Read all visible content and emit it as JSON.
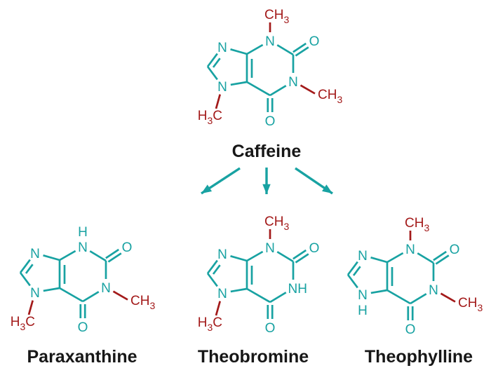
{
  "colors": {
    "bond": "#18a2a2",
    "methyl": "#a31a1a",
    "arrow": "#18a2a2",
    "name_text": "#171717",
    "background": "#ffffff"
  },
  "atom_text": {
    "nitrogen": "N",
    "oxygen": "O",
    "hydrogen": "H",
    "nh": "NH",
    "ch": "CH",
    "c": "C",
    "h": "H",
    "subscript_three": "3"
  },
  "molecules": [
    {
      "id": "caffeine",
      "name": "Caffeine",
      "substituents": {
        "n3": "CH3",
        "n1": "CH3",
        "n7": "CH3"
      }
    },
    {
      "id": "paraxanthine",
      "name": "Paraxanthine",
      "substituents": {
        "n3": "H",
        "n1": "CH3",
        "n7": "CH3"
      }
    },
    {
      "id": "theobromine",
      "name": "Theobromine",
      "substituents": {
        "n3": "CH3",
        "n1": "H",
        "n7": "CH3"
      }
    },
    {
      "id": "theophylline",
      "name": "Theophylline",
      "substituents": {
        "n3": "CH3",
        "n1": "CH3",
        "n7": "H"
      }
    }
  ],
  "arrows": [
    {
      "from": "Caffeine",
      "to": "Paraxanthine"
    },
    {
      "from": "Caffeine",
      "to": "Theobromine"
    },
    {
      "from": "Caffeine",
      "to": "Theophylline"
    }
  ]
}
